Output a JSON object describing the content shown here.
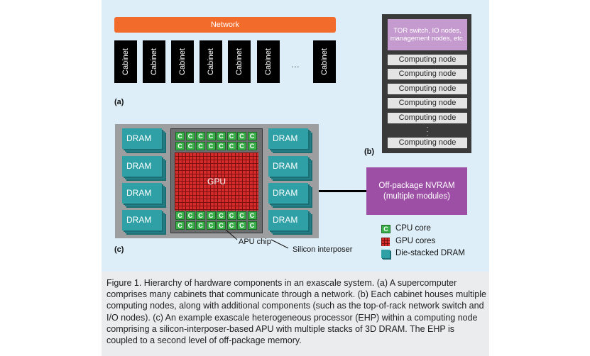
{
  "panel_a": {
    "network": "Network",
    "cabinets": [
      "Cabinet",
      "Cabinet",
      "Cabinet",
      "Cabinet",
      "Cabinet",
      "Cabinet",
      "Cabinet"
    ],
    "ellipsis": "…",
    "label": "(a)"
  },
  "panel_b": {
    "tor": "TOR switch, IO nodes, management nodes, etc.",
    "nodes": [
      "Computing node",
      "Computing node",
      "Computing node",
      "Computing node",
      "Computing node",
      "Computing node"
    ],
    "label": "(b)"
  },
  "panel_c": {
    "dram": [
      "DRAM",
      "DRAM",
      "DRAM",
      "DRAM",
      "DRAM",
      "DRAM",
      "DRAM",
      "DRAM"
    ],
    "gpu": "GPU",
    "cpu_letter": "C",
    "nvram_line1": "Off-package NVRAM",
    "nvram_line2": "(multiple modules)",
    "apu_chip": "APU chip",
    "silicon_interposer": "Silicon interposer",
    "label": "(c)",
    "legend": {
      "cpu": "CPU core",
      "gpu": "GPU cores",
      "dram": "Die-stacked DRAM"
    },
    "colors": {
      "cpu": "#3bb04a",
      "gpu": "#d62b2b",
      "dram": "#2fa0a6",
      "nvram": "#9c4fa4",
      "network": "#f26b2b"
    }
  },
  "caption": "Figure 1. Hierarchy of hardware components in an exascale system. (a) A supercomputer comprises many cabinets that communicate through a network. (b) Each cabinet houses multiple computing nodes, along with additional components (such as the top-of-rack network switch and I/O nodes). (c) An example exascale heterogeneous processor (EHP) within a computing node comprising a silicon-interposer-based APU with multiple stacks of 3D DRAM. The EHP is coupled to a second level of off-package memory."
}
